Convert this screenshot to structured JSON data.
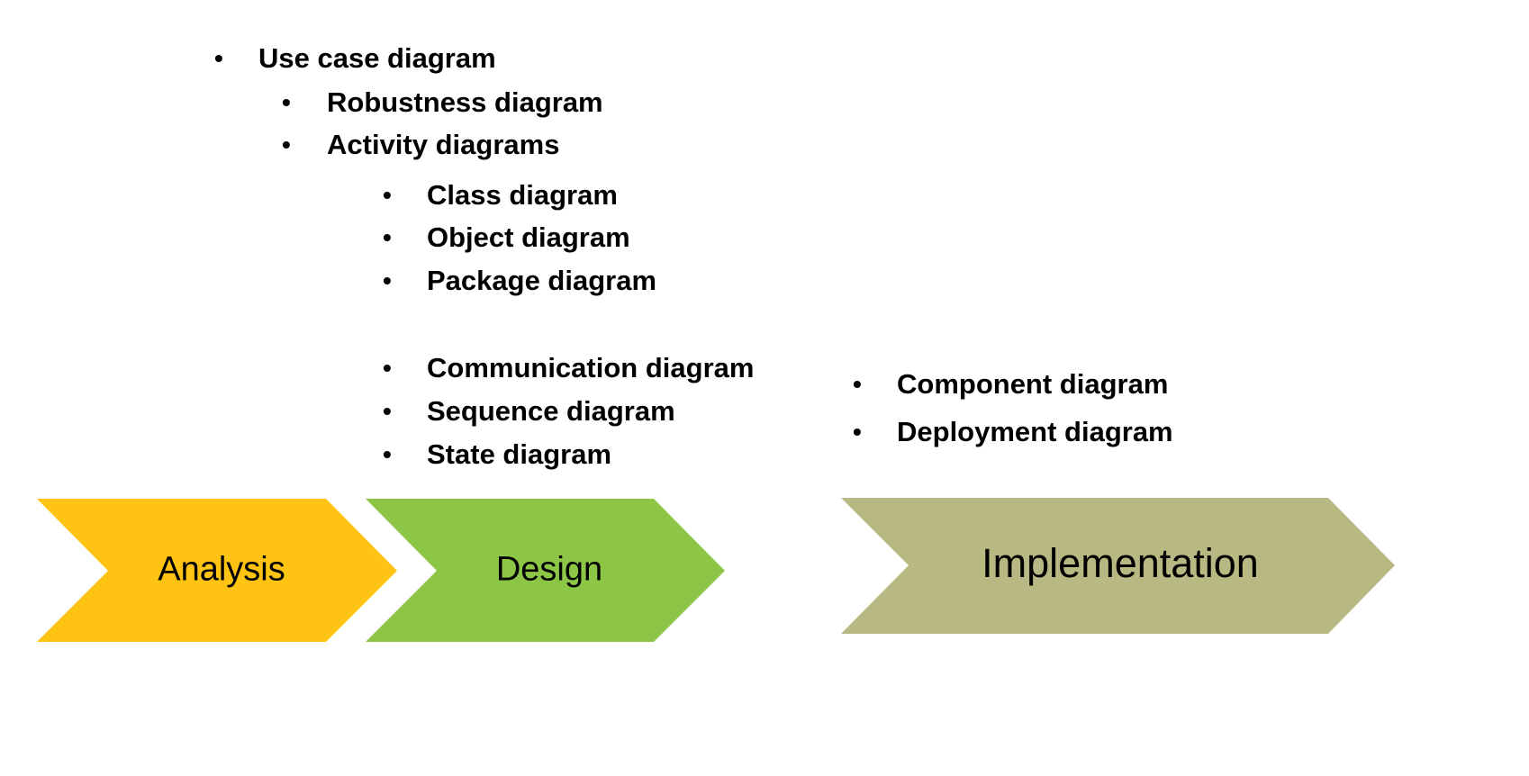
{
  "analysis_items": [
    "Use case diagram"
  ],
  "analysis_sub_items": [
    "Robustness diagram",
    "Activity diagrams"
  ],
  "design_static_items": [
    "Class diagram",
    "Object diagram",
    "Package diagram"
  ],
  "design_dynamic_items": [
    "Communication diagram",
    "Sequence diagram",
    "State diagram"
  ],
  "implementation_items": [
    "Component diagram",
    "Deployment diagram"
  ],
  "phases": [
    {
      "label": "Analysis",
      "color": "#FFC313"
    },
    {
      "label": "Design",
      "color": "#8DC646"
    },
    {
      "label": "Implementation",
      "color": "#B8B982"
    }
  ]
}
